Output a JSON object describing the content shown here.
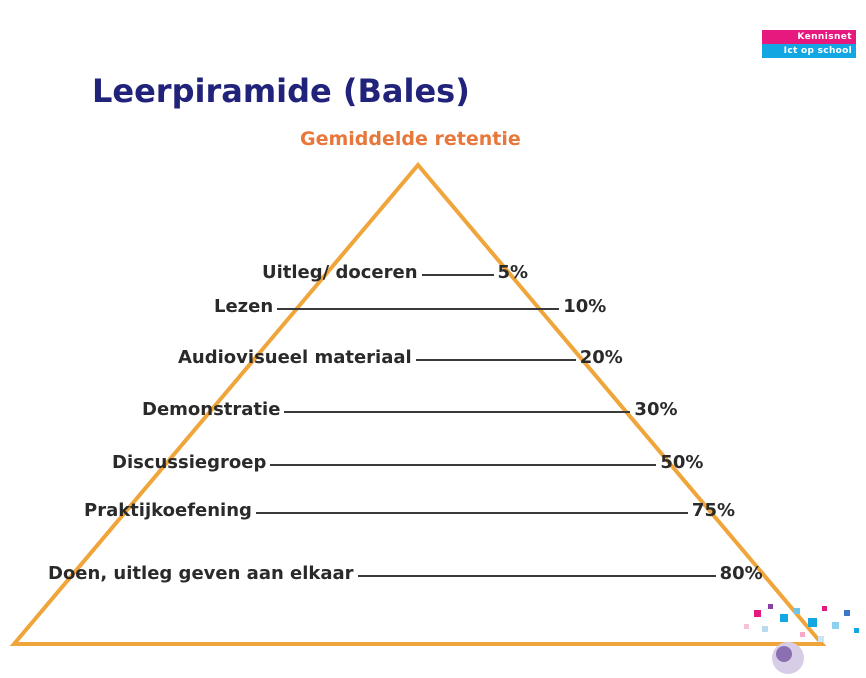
{
  "logo": {
    "line1": "Kennisnet",
    "line2": "Ict op school"
  },
  "title": "Leerpiramide (Bales)",
  "subtitle": "Gemiddelde retentie",
  "rows": [
    {
      "label": "Uitleg/ doceren",
      "value": "5%"
    },
    {
      "label": "Lezen",
      "value": "10%"
    },
    {
      "label": "Audiovisueel materiaal",
      "value": "20%"
    },
    {
      "label": "Demonstratie",
      "value": "30%"
    },
    {
      "label": "Discussiegroep",
      "value": "50%"
    },
    {
      "label": "Praktijkoefening",
      "value": "75%"
    },
    {
      "label": "Doen, uitleg geven aan elkaar",
      "value": "80%"
    }
  ],
  "colors": {
    "title": "#21237a",
    "subtitle": "#e8773c",
    "pyramid": "#f0a53a",
    "logo_pink": "#e6197e",
    "logo_blue": "#12a7e3"
  }
}
